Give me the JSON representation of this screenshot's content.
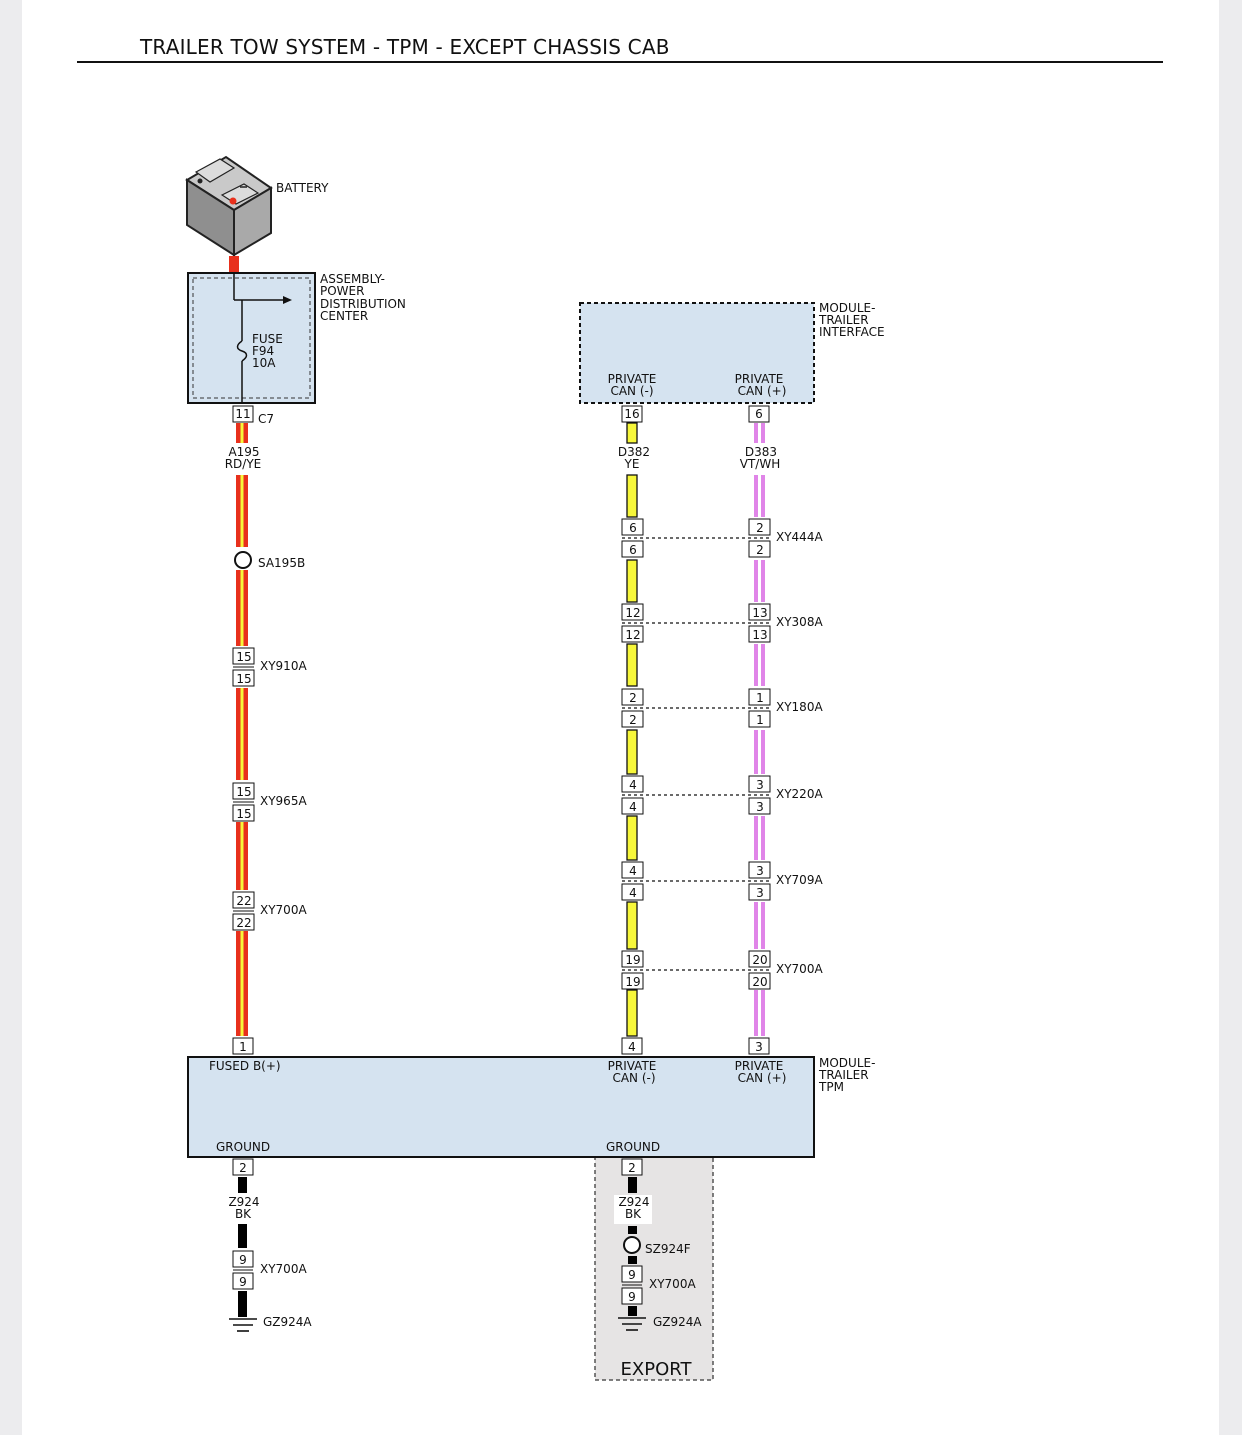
{
  "title": "TRAILER TOW SYSTEM - TPM - EXCEPT CHASSIS CAB",
  "components": {
    "battery": {
      "label": "BATTERY"
    },
    "pdc": {
      "label": [
        "ASSEMBLY-",
        "POWER",
        "DISTRIBUTION",
        "CENTER"
      ],
      "fuse": [
        "FUSE",
        "F94",
        "10A"
      ],
      "pin": "11",
      "connector": "C7"
    },
    "trailer_interface": {
      "label": [
        "MODULE-",
        "TRAILER",
        "INTERFACE"
      ],
      "pins": [
        {
          "name": [
            "PRIVATE",
            "CAN (-)"
          ],
          "pin": "16"
        },
        {
          "name": [
            "PRIVATE",
            "CAN (+)"
          ],
          "pin": "6"
        }
      ]
    },
    "trailer_tpm": {
      "label": [
        "MODULE-",
        "TRAILER",
        "TPM"
      ],
      "fused_b": "FUSED B(+)",
      "can_minus": [
        "PRIVATE",
        "CAN (-)"
      ],
      "can_plus": [
        "PRIVATE",
        "CAN (+)"
      ],
      "ground": "GROUND",
      "pins": {
        "fused_b": "1",
        "can_minus": "4",
        "can_plus": "3",
        "ground_left": "2",
        "ground_right": "2"
      }
    }
  },
  "wires": {
    "power": {
      "circuit": "A195",
      "color": "RD/YE"
    },
    "can_minus": {
      "circuit": "D382",
      "color": "YE"
    },
    "can_plus": {
      "circuit": "D383",
      "color": "VT/WH"
    },
    "ground_left": {
      "circuit": "Z924",
      "color": "BK"
    },
    "ground_right": {
      "circuit": "Z924",
      "color": "BK"
    }
  },
  "splices": {
    "power": "SA195B",
    "ground_export": "SZ924F"
  },
  "power_connectors": [
    {
      "name": "XY910A",
      "pin_top": "15",
      "pin_bottom": "15"
    },
    {
      "name": "XY965A",
      "pin_top": "15",
      "pin_bottom": "15"
    },
    {
      "name": "XY700A",
      "pin_top": "22",
      "pin_bottom": "22"
    }
  ],
  "can_connectors": [
    {
      "name": "XY444A",
      "minus": [
        "6",
        "6"
      ],
      "plus": [
        "2",
        "2"
      ]
    },
    {
      "name": "XY308A",
      "minus": [
        "12",
        "12"
      ],
      "plus": [
        "13",
        "13"
      ]
    },
    {
      "name": "XY180A",
      "minus": [
        "2",
        "2"
      ],
      "plus": [
        "1",
        "1"
      ]
    },
    {
      "name": "XY220A",
      "minus": [
        "4",
        "4"
      ],
      "plus": [
        "3",
        "3"
      ]
    },
    {
      "name": "XY709A",
      "minus": [
        "4",
        "4"
      ],
      "plus": [
        "3",
        "3"
      ]
    },
    {
      "name": "XY700A",
      "minus": [
        "19",
        "19"
      ],
      "plus": [
        "20",
        "20"
      ]
    }
  ],
  "ground_connectors": {
    "left": {
      "name": "XY700A",
      "pin_top": "9",
      "pin_bottom": "9"
    },
    "right": {
      "name": "XY700A",
      "pin_top": "9",
      "pin_bottom": "9"
    }
  },
  "grounds": {
    "left": "GZ924A",
    "right": "GZ924A"
  },
  "export_label": "EXPORT",
  "colors": {
    "module_fill": "#d5e3f0",
    "export_fill": "#e6e4e4",
    "wire_red": "#e8301c",
    "wire_yellow": "#f7f73a",
    "wire_violet": "#e085e8",
    "wire_black": "#000000",
    "battery_gray": "#9a9a9a"
  }
}
